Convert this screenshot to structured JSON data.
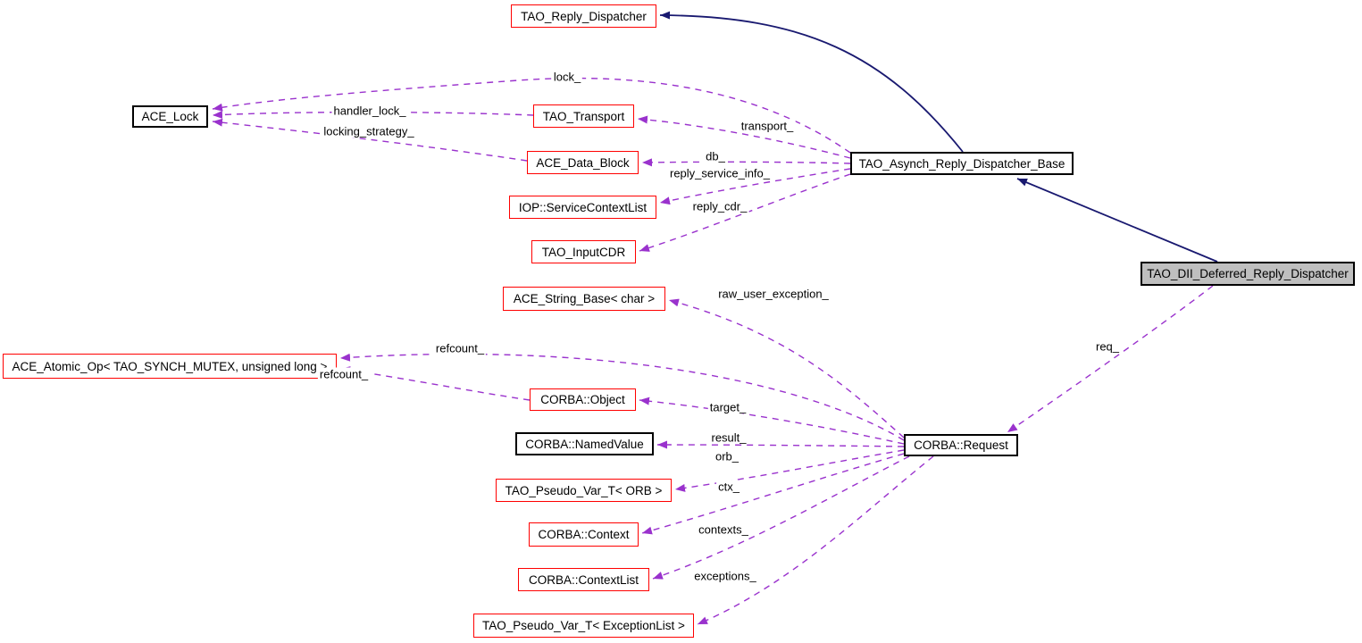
{
  "diagram": {
    "type": "collaboration-graph",
    "focus_class": "TAO_DII_Deferred_Reply_Dispatcher",
    "colors": {
      "usage_edge": "#9a32cd",
      "inheritance_edge": "#191970",
      "node_border_red": "#ff0000",
      "node_border_black": "#000000",
      "focus_fill": "#bfbfbf",
      "background": "#ffffff"
    },
    "nodes": [
      {
        "label": "TAO_Reply_Dispatcher",
        "style": "red"
      },
      {
        "label": "ACE_Lock",
        "style": "black"
      },
      {
        "label": "TAO_Transport",
        "style": "red"
      },
      {
        "label": "ACE_Data_Block",
        "style": "red"
      },
      {
        "label": "IOP::ServiceContextList",
        "style": "red"
      },
      {
        "label": "TAO_InputCDR",
        "style": "red"
      },
      {
        "label": "TAO_Asynch_Reply_Dispatcher_Base",
        "style": "black"
      },
      {
        "label": "TAO_DII_Deferred_Reply_Dispatcher",
        "style": "focus"
      },
      {
        "label": "ACE_String_Base< char >",
        "style": "red"
      },
      {
        "label": "ACE_Atomic_Op< TAO_SYNCH_MUTEX, unsigned long >",
        "style": "red"
      },
      {
        "label": "CORBA::Object",
        "style": "red"
      },
      {
        "label": "CORBA::NamedValue",
        "style": "black"
      },
      {
        "label": "TAO_Pseudo_Var_T< ORB >",
        "style": "red"
      },
      {
        "label": "CORBA::Context",
        "style": "red"
      },
      {
        "label": "CORBA::ContextList",
        "style": "red"
      },
      {
        "label": "TAO_Pseudo_Var_T< ExceptionList >",
        "style": "red"
      }
    ],
    "edges": [
      {
        "label": "lock_",
        "from": "TAO_Asynch_Reply_Dispatcher_Base",
        "to": "ACE_Lock",
        "relation": "usage"
      },
      {
        "label": "handler_lock_",
        "from": "TAO_Transport",
        "to": "ACE_Lock",
        "relation": "usage"
      },
      {
        "label": "locking_strategy_",
        "from": "ACE_Data_Block",
        "to": "ACE_Lock",
        "relation": "usage"
      },
      {
        "label": "transport_",
        "from": "TAO_Asynch_Reply_Dispatcher_Base",
        "to": "TAO_Transport",
        "relation": "usage"
      },
      {
        "label": "db_",
        "from": "TAO_Asynch_Reply_Dispatcher_Base",
        "to": "ACE_Data_Block",
        "relation": "usage"
      },
      {
        "label": "reply_service_info_",
        "from": "TAO_Asynch_Reply_Dispatcher_Base",
        "to": "IOP::ServiceContextList",
        "relation": "usage"
      },
      {
        "label": "reply_cdr_",
        "from": "TAO_Asynch_Reply_Dispatcher_Base",
        "to": "TAO_InputCDR",
        "relation": "usage"
      },
      {
        "label": "raw_user_exception_",
        "from": "CORBA::Request",
        "to": "ACE_String_Base< char >",
        "relation": "usage"
      },
      {
        "label": "refcount_",
        "from": "CORBA::Request",
        "to": "ACE_Atomic_Op< TAO_SYNCH_MUTEX, unsigned long >",
        "relation": "usage"
      },
      {
        "label": "refcount_",
        "from": "CORBA::Object",
        "to": "ACE_Atomic_Op< TAO_SYNCH_MUTEX, unsigned long >",
        "relation": "usage"
      },
      {
        "label": "target_",
        "from": "CORBA::Request",
        "to": "CORBA::Object",
        "relation": "usage"
      },
      {
        "label": "result_",
        "from": "CORBA::Request",
        "to": "CORBA::NamedValue",
        "relation": "usage"
      },
      {
        "label": "orb_",
        "from": "CORBA::Request",
        "to": "TAO_Pseudo_Var_T< ORB >",
        "relation": "usage"
      },
      {
        "label": "ctx_",
        "from": "CORBA::Request",
        "to": "CORBA::Context",
        "relation": "usage"
      },
      {
        "label": "contexts_",
        "from": "CORBA::Request",
        "to": "CORBA::ContextList",
        "relation": "usage"
      },
      {
        "label": "exceptions_",
        "from": "CORBA::Request",
        "to": "TAO_Pseudo_Var_T< ExceptionList >",
        "relation": "usage"
      },
      {
        "label": "req_",
        "from": "TAO_DII_Deferred_Reply_Dispatcher",
        "to": "CORBA::Request",
        "relation": "usage"
      },
      {
        "label": "",
        "from": "TAO_Asynch_Reply_Dispatcher_Base",
        "to": "TAO_Reply_Dispatcher",
        "relation": "inheritance"
      },
      {
        "label": "",
        "from": "TAO_DII_Deferred_Reply_Dispatcher",
        "to": "TAO_Asynch_Reply_Dispatcher_Base",
        "relation": "inheritance"
      }
    ],
    "request_node": {
      "label": "CORBA::Request",
      "style": "black"
    }
  }
}
